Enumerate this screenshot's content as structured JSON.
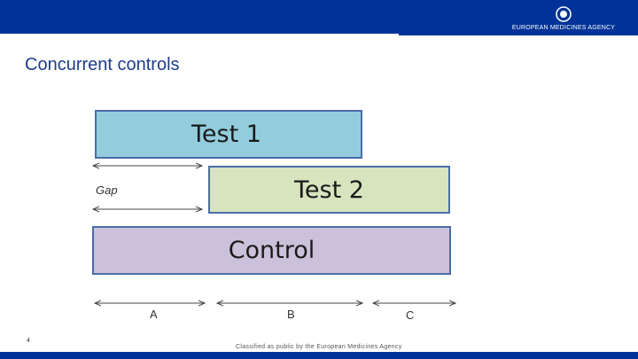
{
  "header": {
    "brand": "EUROPEAN MEDICINES AGENCY",
    "bar_color": "#003399"
  },
  "slide": {
    "title": "Concurrent controls",
    "page_number": "4",
    "classification": "Classified as public by the European Medicines Agency"
  },
  "diagram": {
    "boxes": {
      "test1": {
        "label": "Test 1",
        "fill": "#93cddd"
      },
      "test2": {
        "label": "Test 2",
        "fill": "#d7e4bd"
      },
      "control": {
        "label": "Control",
        "fill": "#ccc1da"
      }
    },
    "gap_label": "Gap",
    "segment_labels": {
      "a": "A",
      "b": "B",
      "c": "C"
    }
  }
}
